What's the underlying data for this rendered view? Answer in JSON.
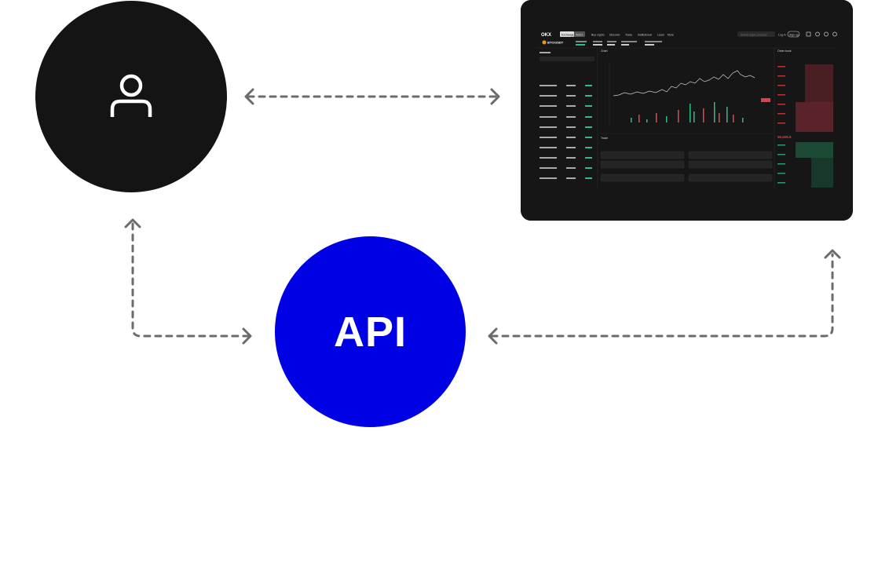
{
  "nodes": {
    "user": {
      "icon": "user-icon"
    },
    "api": {
      "label": "API"
    }
  },
  "screenshot": {
    "logo": "OKX",
    "toggle": [
      "Exchange",
      "Web3"
    ],
    "nav": [
      "Buy crypto",
      "Discover",
      "Trade",
      "Institutional",
      "Learn",
      "More"
    ],
    "search_placeholder": "Search crypto, products",
    "login": "Log in",
    "signup": "Sign up",
    "pair": "BTC/USDT",
    "chart_tab": "Chart",
    "trade_tab": "Trade",
    "order_book_tab": "Order book",
    "mid_price": "56,606.5"
  },
  "colors": {
    "api": "#0000e5",
    "user": "#141414",
    "arrow": "#6b6b6b",
    "panel": "#1b1b1b"
  }
}
